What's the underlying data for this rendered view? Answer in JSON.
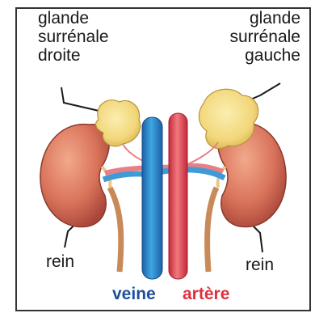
{
  "labels": {
    "left_gland": [
      "glande",
      "surrénale",
      "droite"
    ],
    "right_gland": [
      "glande",
      "surrénale",
      "gauche"
    ],
    "left_kidney": "rein",
    "right_kidney": "rein",
    "vein": "veine",
    "artery": "artère"
  },
  "colors": {
    "vein": "#1f4f9c",
    "artery": "#e0303c",
    "kidney": "#d9735a",
    "gland": "#f2d77a",
    "text": "#1a1a1a"
  }
}
